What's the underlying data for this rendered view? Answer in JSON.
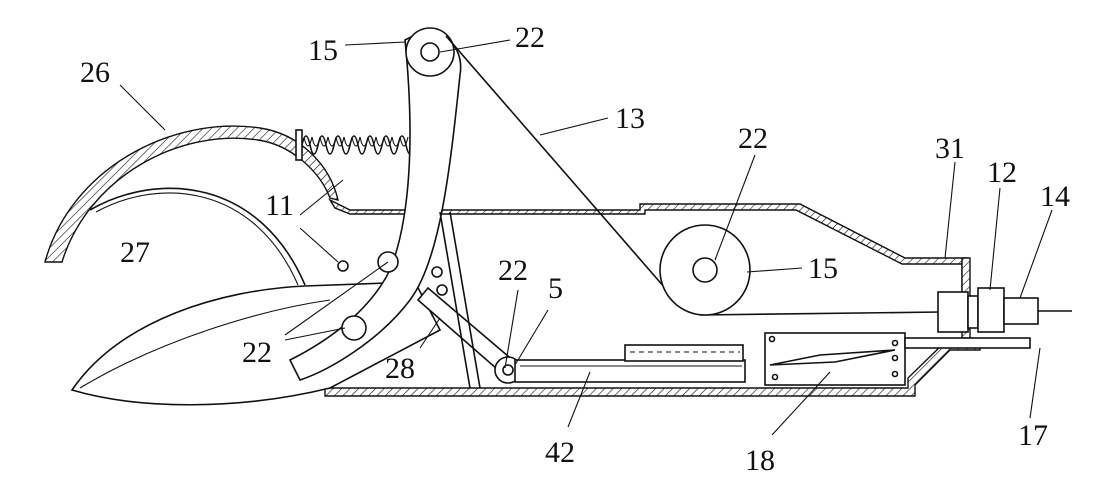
{
  "diagram": {
    "labels": {
      "l26": "26",
      "l15_top": "15",
      "l22_top": "22",
      "l13": "13",
      "l22_wheel": "22",
      "l31": "31",
      "l12": "12",
      "l14": "14",
      "l11": "11",
      "l27": "27",
      "l22_mid": "22",
      "l5": "5",
      "l15_wheel": "15",
      "l22_left": "22",
      "l28": "28",
      "l42": "42",
      "l18": "18",
      "l17": "17"
    }
  }
}
